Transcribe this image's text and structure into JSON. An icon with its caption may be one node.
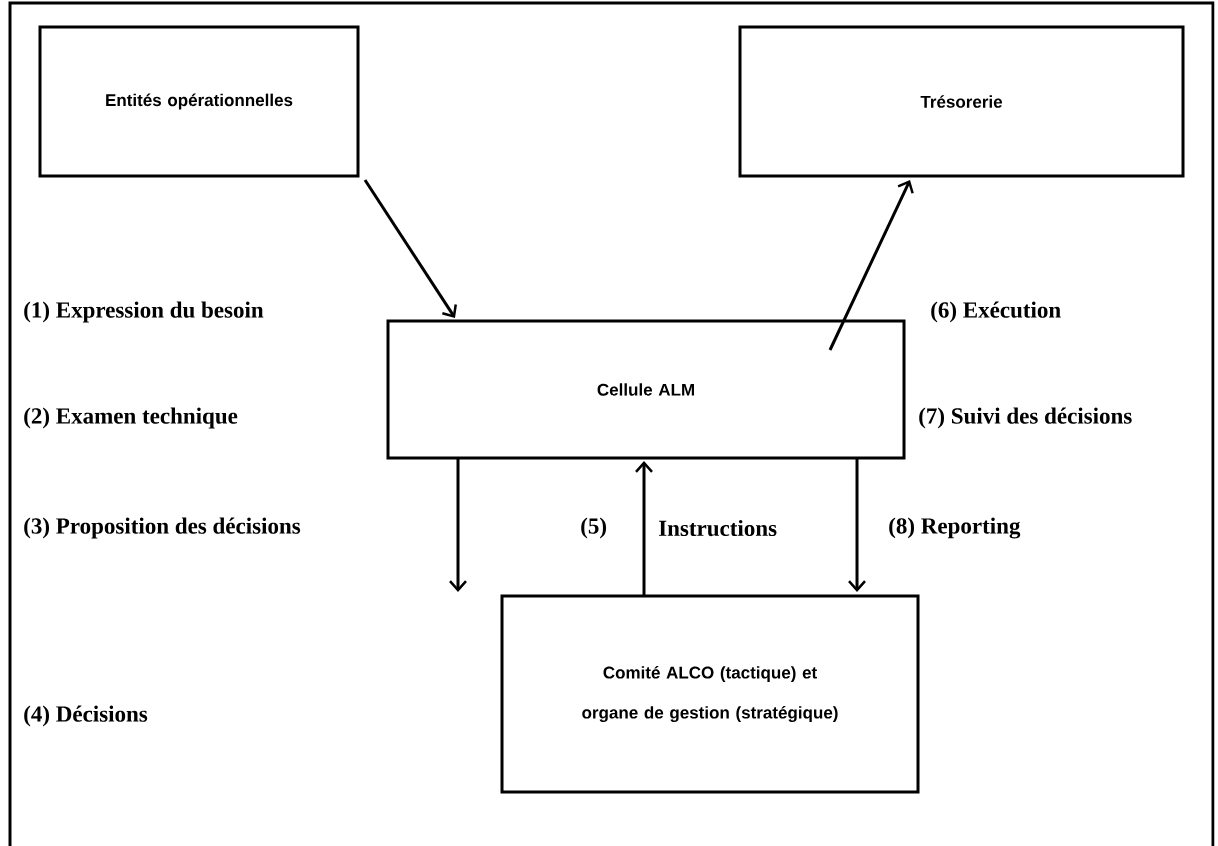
{
  "diagram": {
    "nodes": [
      {
        "text": [
          "Entités opérationnelles"
        ]
      },
      {
        "text": [
          "Trésorerie"
        ]
      },
      {
        "text": [
          "Cellule ALM"
        ]
      },
      {
        "text": [
          "Comité ALCO (tactique) et organe de gestion (stratégique)"
        ]
      }
    ],
    "edges": [
      {
        "from": 0,
        "to": 2,
        "arrow": "to"
      },
      {
        "from": 2,
        "to": 1,
        "arrow": "to"
      },
      {
        "from": 2,
        "to": 3,
        "arrow": "to"
      },
      {
        "from": 3,
        "to": 2,
        "arrow": "to"
      },
      {
        "from": 2,
        "to": 3,
        "arrow": "to"
      }
    ],
    "labels": [
      "(1) Expression du besoin",
      "(6) Exécution",
      "(2) Examen technique",
      "(7) Suivi des décisions",
      "(3) Proposition des décisions",
      "(5)",
      "Instructions",
      "(8) Reporting",
      "(4) Décisions"
    ]
  }
}
